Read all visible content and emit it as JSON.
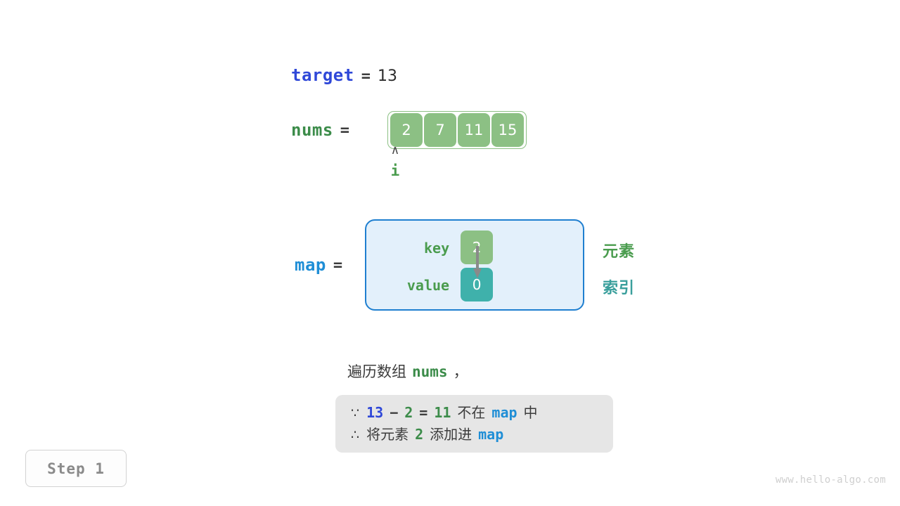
{
  "target": {
    "name": "target",
    "equals": "=",
    "value": "13"
  },
  "nums": {
    "name": "nums",
    "equals": "=",
    "cells": [
      "2",
      "7",
      "11",
      "15"
    ]
  },
  "pointer": {
    "caret": "∧",
    "label": "i"
  },
  "map": {
    "name": "map",
    "equals": "=",
    "key_label": "key",
    "value_label": "value",
    "key_cell": "2",
    "value_cell": "0",
    "legend_element": "元素",
    "legend_index": "索引"
  },
  "caption": {
    "prefix": "遍历数组",
    "code": "nums",
    "suffix": "，"
  },
  "explanation": {
    "line1": {
      "symbol": "∵",
      "a": "13",
      "op_minus": "−",
      "b": "2",
      "op_eq": "=",
      "c": "11",
      "text_mid": "不在",
      "map": "map",
      "text_end": "中"
    },
    "line2": {
      "symbol": "∴",
      "text_start": "将元素",
      "elem": "2",
      "text_mid": "添加进",
      "map": "map"
    }
  },
  "step": {
    "label": "Step 1"
  },
  "watermark": {
    "text": "www.hello-algo.com"
  },
  "colors": {
    "target_blue": "#2f48d8",
    "map_blue": "#1f8ed6",
    "nums_green": "#3c8c4a",
    "cell_green": "#8cc084",
    "cell_teal": "#3fb1ab",
    "map_bg": "#e3f0fb",
    "map_border": "#1f7fd0",
    "explain_bg": "#e6e6e6",
    "text_dark": "#3c3c3c"
  }
}
